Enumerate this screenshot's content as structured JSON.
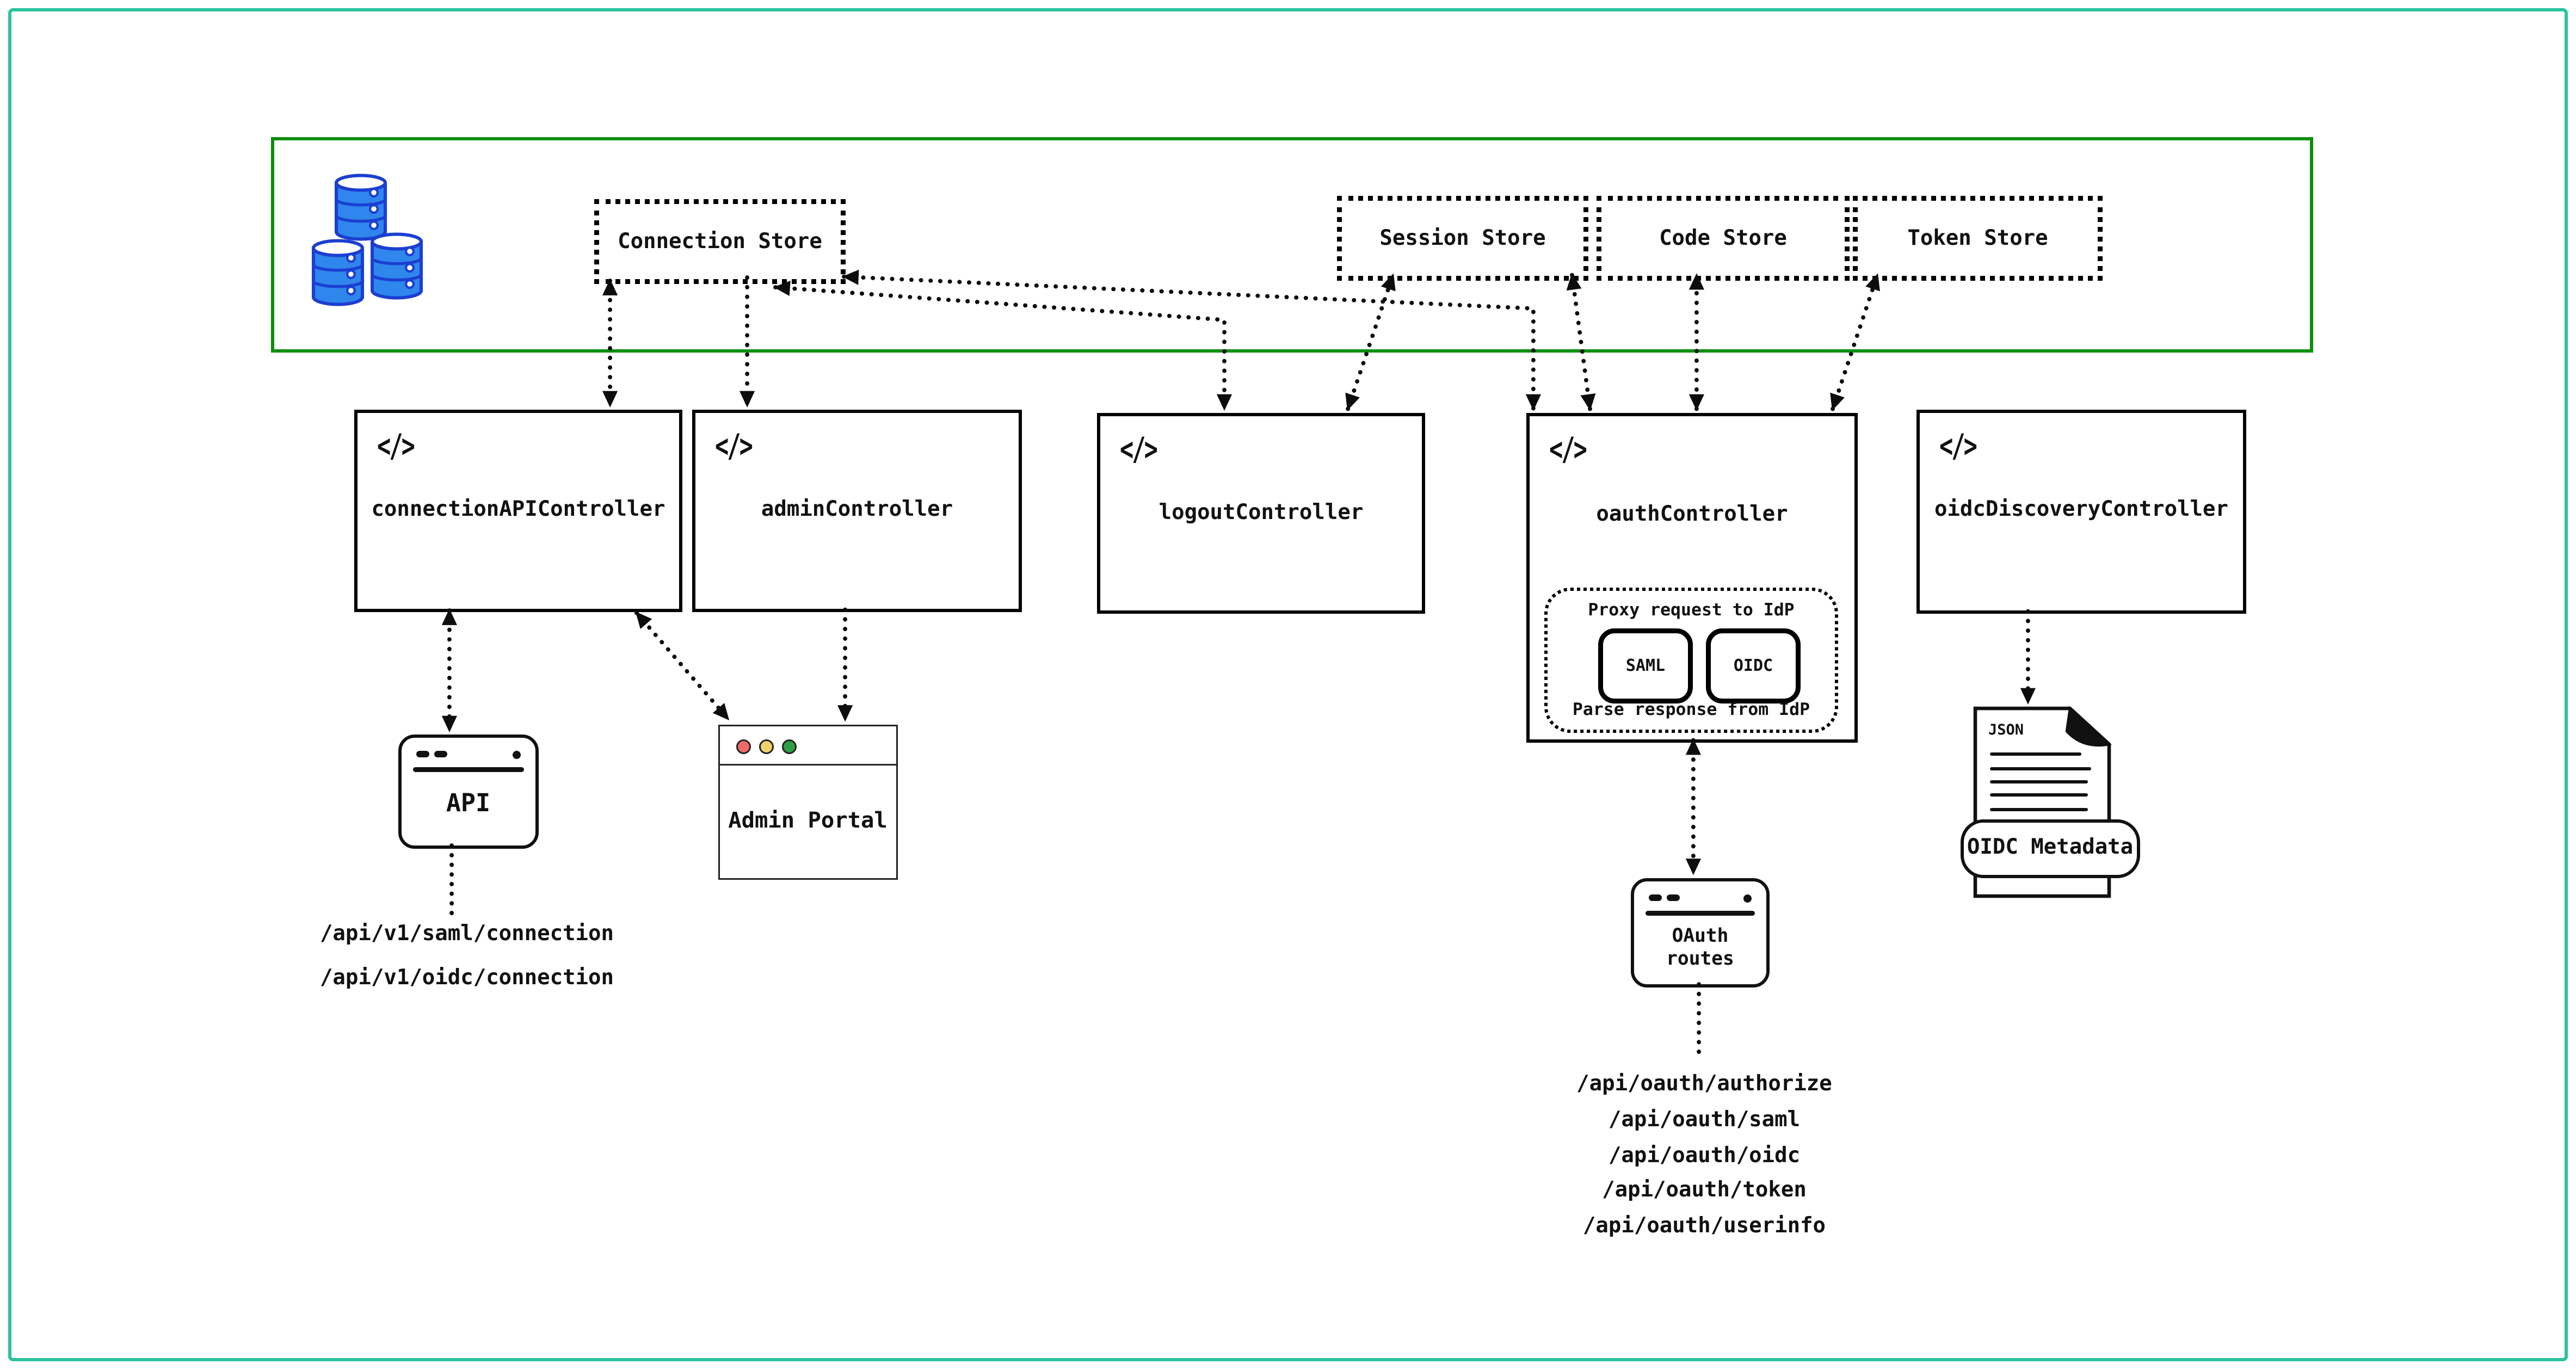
{
  "diagram": {
    "stores": [
      {
        "id": "connection-store",
        "label": "Connection Store"
      },
      {
        "id": "session-store",
        "label": "Session Store"
      },
      {
        "id": "code-store",
        "label": "Code Store"
      },
      {
        "id": "token-store",
        "label": "Token Store"
      }
    ],
    "controllers": [
      {
        "id": "connection-api-controller",
        "label": "connectionAPIController"
      },
      {
        "id": "admin-controller",
        "label": "adminController"
      },
      {
        "id": "logout-controller",
        "label": "logoutController"
      },
      {
        "id": "oauth-controller",
        "label": "oauthController"
      },
      {
        "id": "oidc-discovery-controller",
        "label": "oidcDiscoveryController"
      }
    ],
    "oauth_proxy": {
      "title": "Proxy request to IdP",
      "subtitle": "Parse response from IdP",
      "protocols": [
        {
          "label": "SAML"
        },
        {
          "label": "OIDC"
        }
      ]
    },
    "clients": {
      "api_window": {
        "label": "API"
      },
      "admin_portal": {
        "label": "Admin Portal"
      },
      "oauth_routes_window": {
        "label": "OAuth routes"
      }
    },
    "connection_api_routes": [
      "/api/v1/saml/connection",
      "/api/v1/oidc/connection"
    ],
    "oauth_routes": [
      "/api/oauth/authorize",
      "/api/oauth/saml",
      "/api/oauth/oidc",
      "/api/oauth/token",
      "/api/oauth/userinfo"
    ],
    "metadata_document": {
      "file_type_label": "JSON",
      "badge_label": "OIDC Metadata"
    },
    "icons": {
      "code": "</>",
      "database": "database-barrels-icon"
    },
    "colors": {
      "frame": "#2bc3a0",
      "store_region_border": "#0a8f0a",
      "barrel_fill": "#2f86ec",
      "barrel_stroke": "#1c3ed1",
      "traffic_red": "#ee6b67",
      "traffic_yellow": "#f3d26e",
      "traffic_green": "#2f9e44"
    }
  }
}
